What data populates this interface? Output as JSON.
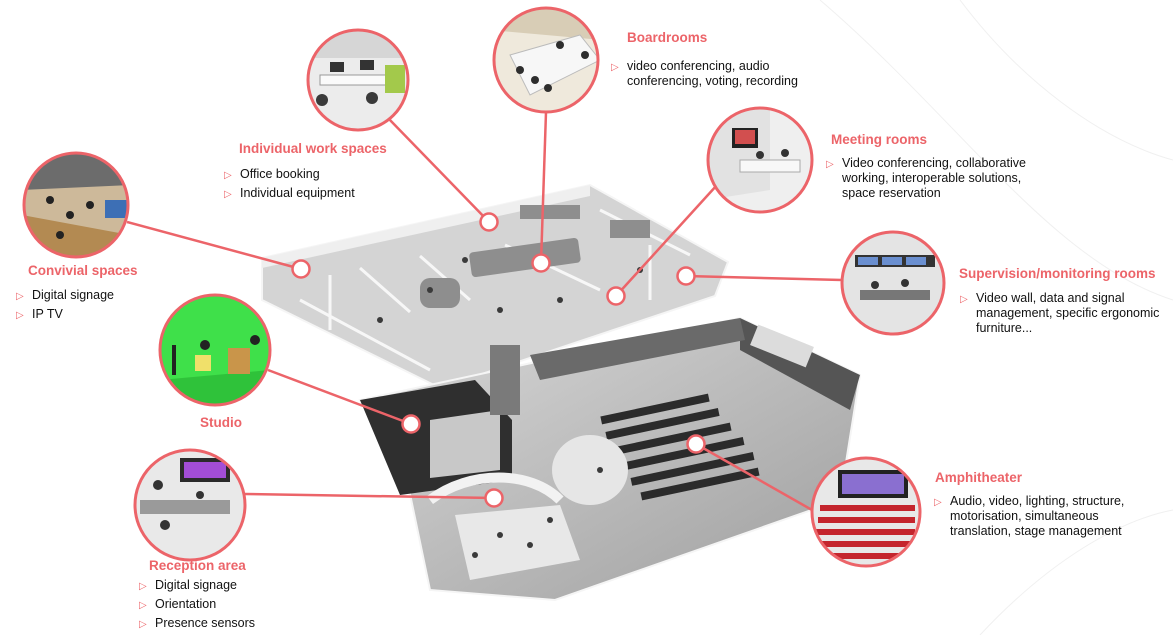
{
  "colors": {
    "accent": "#ec6469",
    "text": "#111111",
    "building": "#bdbdbd"
  },
  "bullet_icon": "play-triangle-outline",
  "sections": {
    "boardrooms": {
      "title": "Boardrooms",
      "items": [
        "video conferencing, audio conferencing, voting, recording"
      ]
    },
    "work": {
      "title": "Individual work spaces",
      "items": [
        "Office booking",
        "Individual equipment"
      ]
    },
    "meeting": {
      "title": "Meeting rooms",
      "items": [
        "Video conferencing, collaborative working, interoperable solutions, space reservation"
      ]
    },
    "convivial": {
      "title": "Convivial spaces",
      "items": [
        "Digital signage",
        "IP TV"
      ]
    },
    "supervision": {
      "title": "Supervision/monitoring rooms",
      "items": [
        "Video wall, data and signal management, specific ergonomic furniture..."
      ]
    },
    "studio": {
      "title": "Studio",
      "items": []
    },
    "amphi": {
      "title": "Amphitheater",
      "items": [
        "Audio, video, lighting, structure, motorisation, simultaneous translation, stage management"
      ]
    },
    "reception": {
      "title": "Reception area",
      "items": [
        "Digital signage",
        "Orientation",
        "Presence sensors"
      ]
    }
  }
}
